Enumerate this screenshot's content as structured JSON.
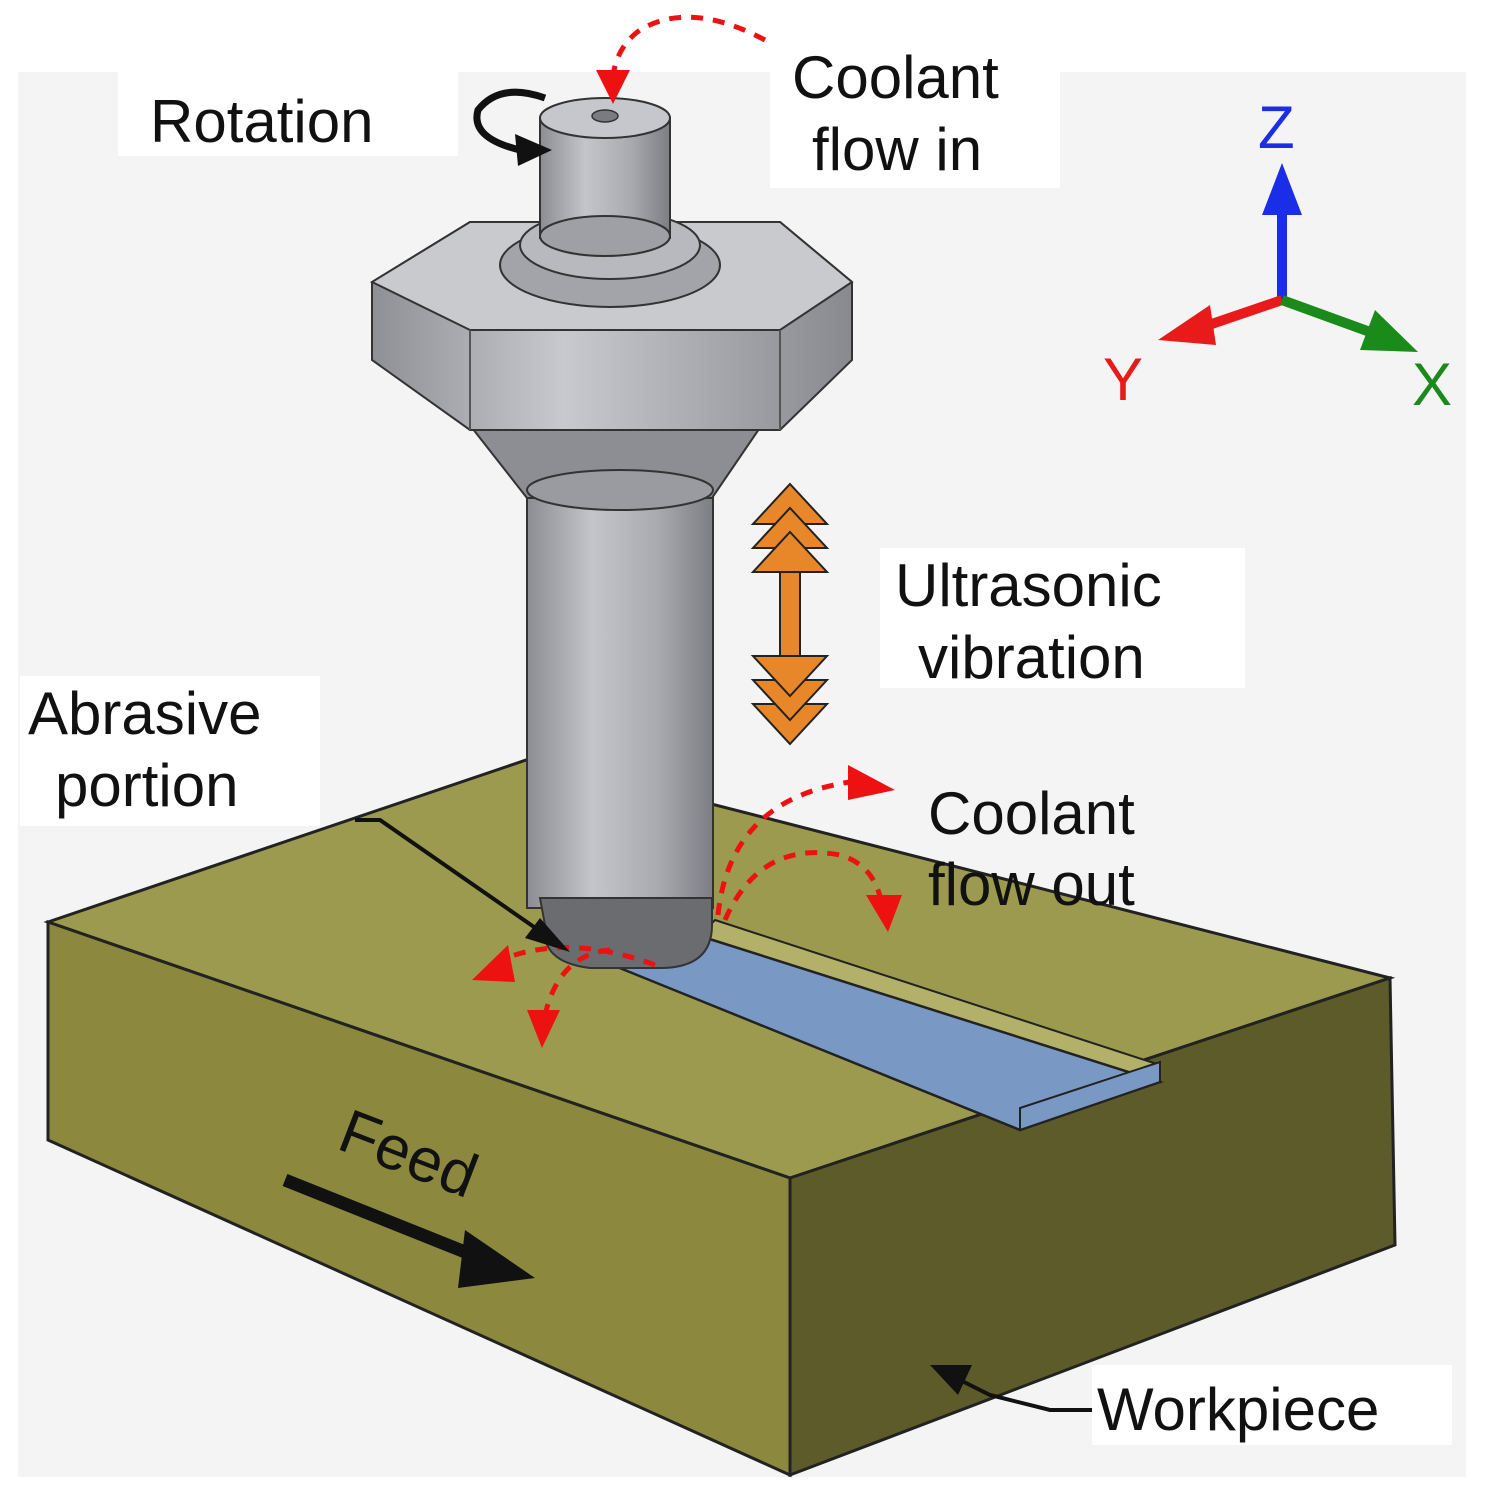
{
  "labels": {
    "rotation": "Rotation",
    "coolant_in_1": "Coolant",
    "coolant_in_2": "flow in",
    "ultrasonic_1": "Ultrasonic",
    "ultrasonic_2": "vibration",
    "abrasive_1": "Abrasive",
    "abrasive_2": "portion",
    "coolant_out_1": "Coolant",
    "coolant_out_2": "flow out",
    "feed": "Feed",
    "workpiece": "Workpiece"
  },
  "axes": {
    "z": "Z",
    "y": "Y",
    "x": "X"
  },
  "colors": {
    "workpiece_top": "#9c9a4f",
    "workpiece_front": "#8a873f",
    "workpiece_side": "#5c5a2a",
    "groove": "#7a98c4",
    "tool": "#b5b6bb",
    "coolant_arrow": "#ee1111",
    "vibration_arrow": "#e8862a",
    "axis_z": "#1a2ee8",
    "axis_y": "#e81a1a",
    "axis_x": "#1a8a1a"
  }
}
